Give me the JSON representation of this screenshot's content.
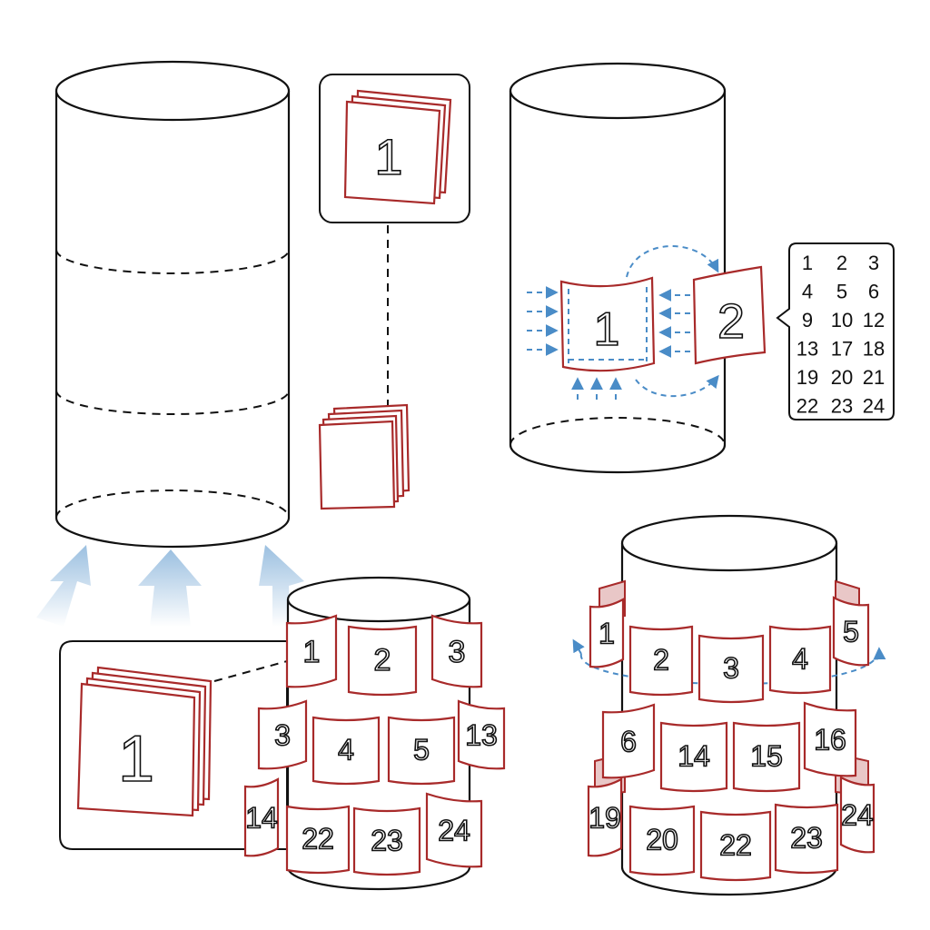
{
  "colors": {
    "ink": "#111111",
    "card_border": "#a82a2a",
    "arrow_blue": "#4a8cc7",
    "background": "#ffffff"
  },
  "stack_card_label": "1",
  "inset_card_label": "1",
  "wrap_panel": {
    "card_left_label": "1",
    "card_right_label": "2",
    "number_grid": [
      [
        "1",
        "2",
        "3"
      ],
      [
        "4",
        "5",
        "6"
      ],
      [
        "9",
        "10",
        "12"
      ],
      [
        "13",
        "17",
        "18"
      ],
      [
        "19",
        "20",
        "21"
      ],
      [
        "22",
        "23",
        "24"
      ]
    ]
  },
  "cylinder_small": {
    "row1": [
      "1",
      "2",
      "3"
    ],
    "row2": [
      "3",
      "4",
      "5",
      "13"
    ],
    "row3": [
      "14",
      "22",
      "23",
      "24"
    ]
  },
  "cylinder_large": {
    "row1": [
      "1",
      "2",
      "3",
      "4",
      "5"
    ],
    "row2": [
      "6",
      "14",
      "15",
      "16"
    ],
    "row3": [
      "19",
      "20",
      "22",
      "23",
      "24"
    ]
  }
}
